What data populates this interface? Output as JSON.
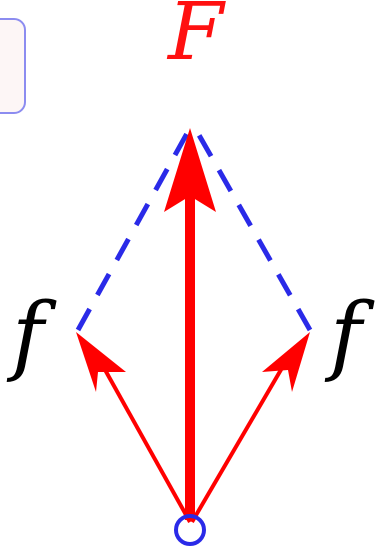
{
  "labels": {
    "resultant": "F",
    "component_left": "f",
    "component_right": "f"
  },
  "colors": {
    "force_arrows": "#ff0000",
    "construction_lines": "#2a2ae8",
    "origin_circle": "#2a2ae8",
    "resultant_label": "#ff1010",
    "component_label": "#000000",
    "box_border": "#8c8cf0",
    "box_fill": "#fdf6f6"
  }
}
